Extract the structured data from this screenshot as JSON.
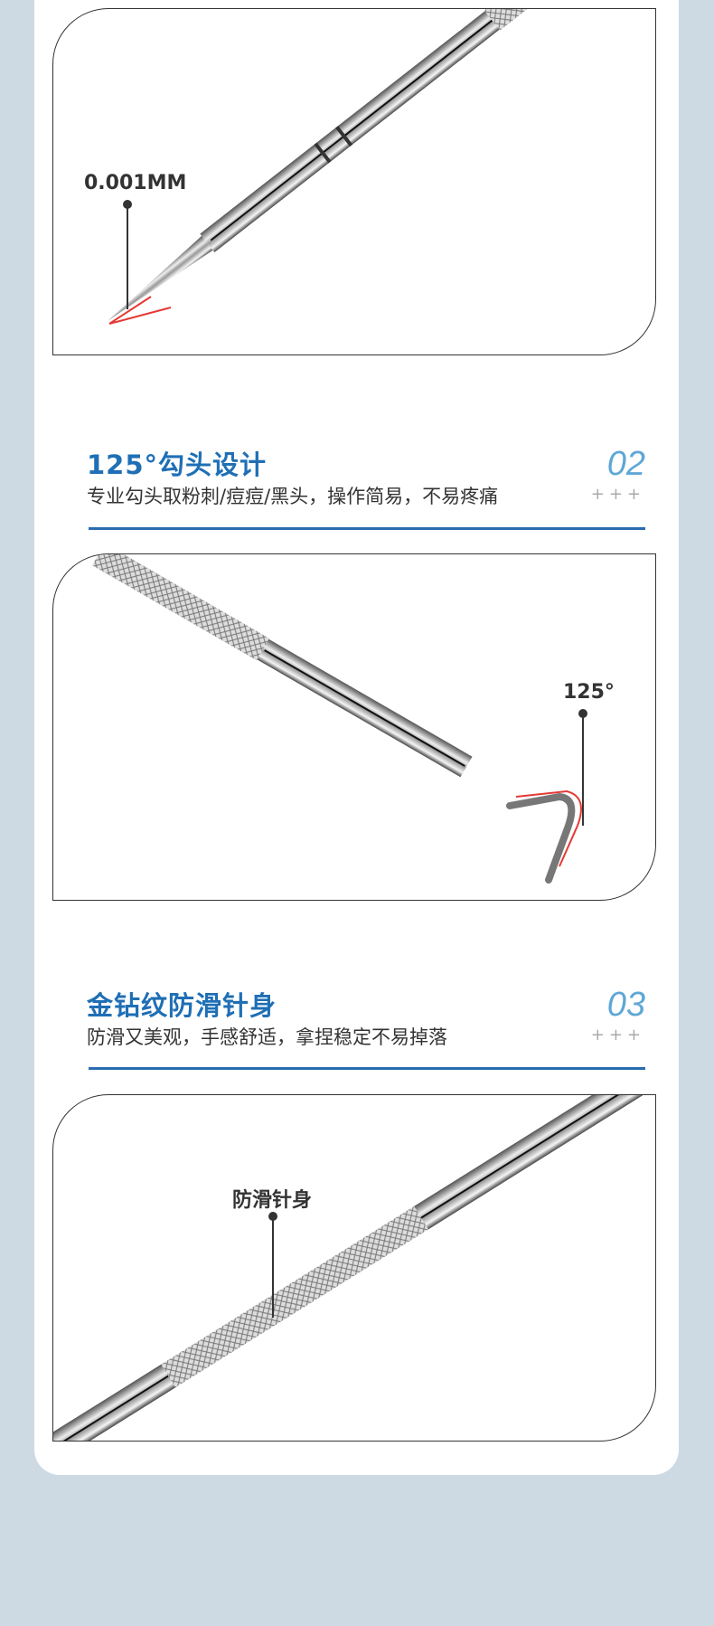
{
  "panels": [
    {
      "label": "0.001MM"
    },
    {
      "label": "125°"
    },
    {
      "label": "防滑针身"
    }
  ],
  "sections": [
    {
      "title": "125°勾头设计",
      "subtitle": "专业勾头取粉刺/痘痘/黑头，操作简易，不易疼痛",
      "number": "02",
      "decor": "+++"
    },
    {
      "title": "金钻纹防滑针身",
      "subtitle": "防滑又美观，手感舒适，拿捏稳定不易掉落",
      "number": "03",
      "decor": "+++"
    }
  ],
  "colors": {
    "accent": "#1f6fb5",
    "number": "#5ea7d6",
    "background": "#cdd9e3",
    "highlight": "#e53935"
  }
}
